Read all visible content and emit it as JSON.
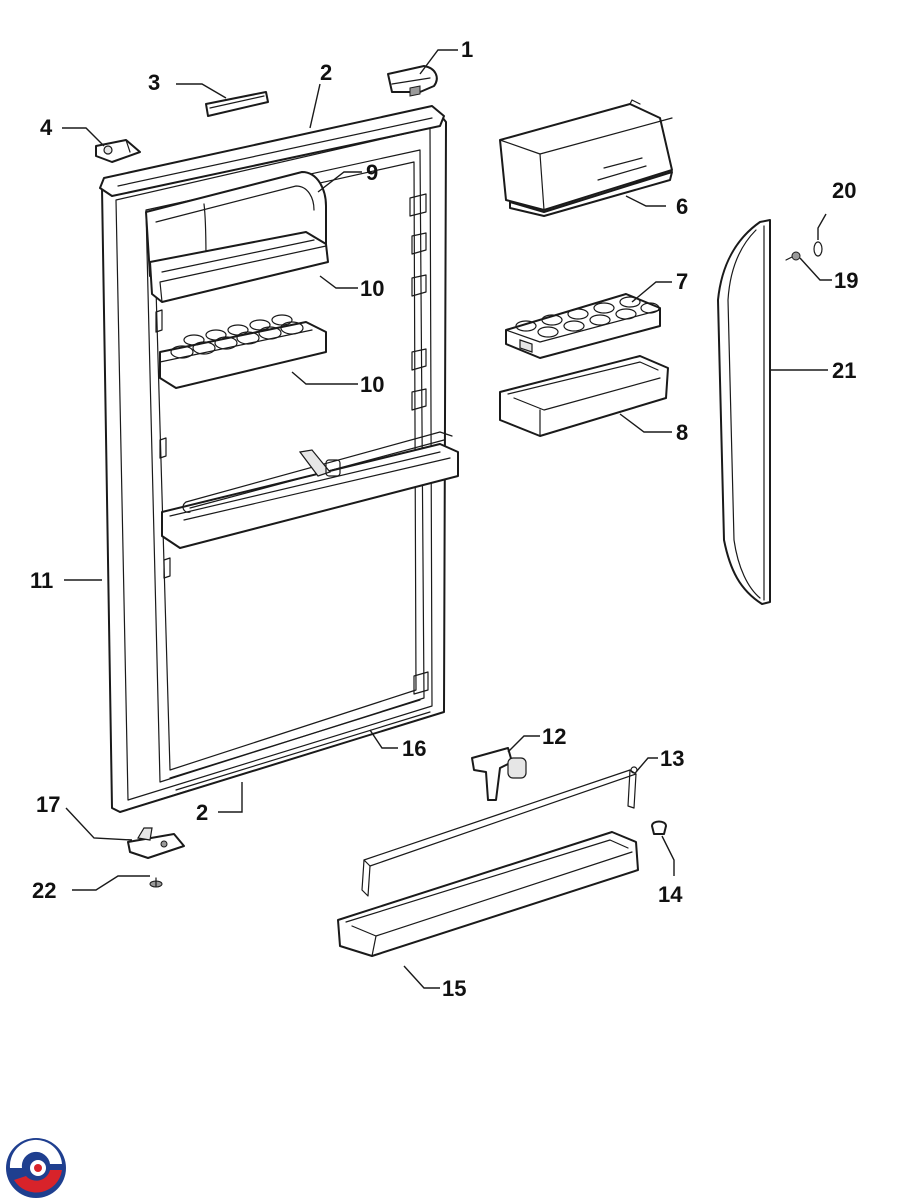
{
  "callouts": {
    "c1": "1",
    "c2a": "2",
    "c2b": "2",
    "c3": "3",
    "c4": "4",
    "c6": "6",
    "c7": "7",
    "c8": "8",
    "c9": "9",
    "c10a": "10",
    "c10b": "10",
    "c11": "11",
    "c12": "12",
    "c13": "13",
    "c14": "14",
    "c15": "15",
    "c16": "16",
    "c17": "17",
    "c19": "19",
    "c20": "20",
    "c21": "21",
    "c22": "22"
  },
  "colors": {
    "line": "#1a1a1a",
    "logo_blue": "#1f3f8f",
    "logo_red": "#d8232a"
  },
  "logo": {
    "icon": "brand-swirl-icon"
  }
}
